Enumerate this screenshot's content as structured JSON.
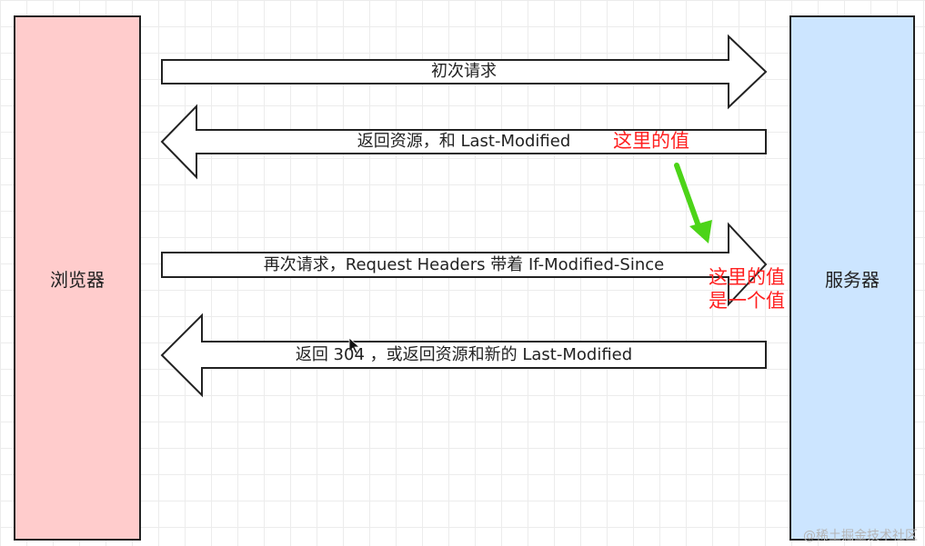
{
  "actors": {
    "browser": "浏览器",
    "server": "服务器"
  },
  "arrows": [
    {
      "label": "初次请求",
      "direction": "right"
    },
    {
      "label": "返回资源，和 Last-Modified",
      "direction": "left"
    },
    {
      "label": "再次请求，Request Headers 带着 If-Modified-Since",
      "direction": "right"
    },
    {
      "label": "返回 304 ，或返回资源和新的 Last-Modified",
      "direction": "left"
    }
  ],
  "annotations": {
    "note1": "这里的值",
    "note2_line1": "这里的值",
    "note2_line2": "是一个值"
  },
  "watermark": "@稀土掘金技术社区",
  "colors": {
    "browser_fill": "#ffcccc",
    "server_fill": "#cce5ff",
    "note_text": "#ff2020",
    "highlight_arrow": "#4cd418"
  }
}
